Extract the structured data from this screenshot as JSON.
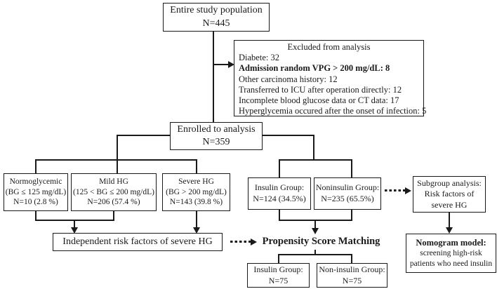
{
  "diagram": {
    "entire_study": {
      "title": "Entire study population",
      "n": "N=445"
    },
    "excluded": {
      "title": "Excluded from analysis",
      "items": [
        "Diabete: 32",
        "Admission random VPG > 200 mg/dL: 8",
        "Other carcinoma history: 12",
        "Transferred to ICU after operation directly: 12",
        "Incomplete blood glucose data or CT data: 17",
        "Hyperglycemia occured after the onset of infection: 5"
      ]
    },
    "enrolled": {
      "title": "Enrolled to analysis",
      "n": "N=359"
    },
    "normoglycemic": {
      "title": "Normoglycemic",
      "range": "(BG ≤ 125 mg/dL)",
      "n": "N=10 (2.8 %)"
    },
    "mild_hg": {
      "title": "Mild HG",
      "range": "(125 < BG ≤ 200 mg/dL)",
      "n": "N=206 (57.4 %)"
    },
    "severe_hg": {
      "title": "Severe HG",
      "range": "(BG > 200 mg/dL)",
      "n": "N=143 (39.8 %)"
    },
    "insulin_group": {
      "title": "Insulin Group:",
      "n": "N=124 (34.5%)"
    },
    "noninsulin_group": {
      "title": "Noninsulin Group:",
      "n": "N=235 (65.5%)"
    },
    "subgroup_analysis": {
      "line1": "Subgroup analysis:",
      "line2": "Risk factors of",
      "line3": "severe HG"
    },
    "independent_risk": {
      "title": "Independent risk factors of severe HG"
    },
    "psm": {
      "title": "Propensity Score Matching"
    },
    "insulin_matched": {
      "title": "Insulin Group:",
      "n": "N=75"
    },
    "noninsulin_matched": {
      "title": "Non-insulin Group:",
      "n": "N=75"
    },
    "nomogram": {
      "line1": "Nomogram model:",
      "line2": "screening high-risk",
      "line3": "patients who need insulin"
    }
  },
  "colors": {
    "line": "#1a1a1a",
    "background": "#ffffff",
    "text": "#1a1a1a"
  }
}
